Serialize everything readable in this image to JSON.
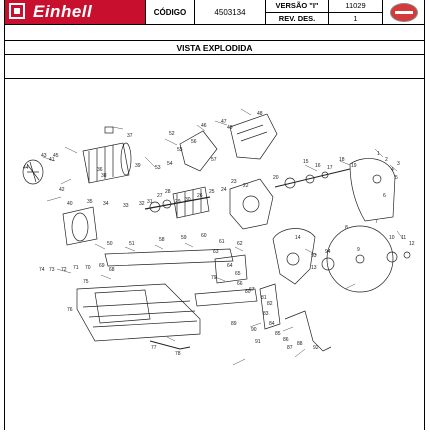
{
  "header": {
    "brand": "Einhell",
    "code_label": "CÓDIGO",
    "code_value": "4503134",
    "version_label": "VERSÃO \"I\"",
    "version_value": "11029",
    "rev_label": "REV. DES.",
    "rev_value": "1"
  },
  "title": "VISTA EXPLODIDA",
  "colors": {
    "brand_red": "#c8102e",
    "line": "#222222"
  },
  "part_labels": [
    "37",
    "41",
    "43",
    "44",
    "45",
    "46",
    "47",
    "48",
    "52",
    "53",
    "54",
    "55",
    "57",
    "56",
    "49",
    "15",
    "16",
    "17",
    "18",
    "19",
    "20",
    "22",
    "23",
    "24",
    "25",
    "26",
    "27",
    "28",
    "29",
    "30",
    "31",
    "32",
    "33",
    "34",
    "35",
    "36",
    "38",
    "40",
    "42",
    "50",
    "51",
    "58",
    "59",
    "60",
    "61",
    "62",
    "63",
    "64",
    "65",
    "66",
    "67",
    "68",
    "69",
    "70",
    "71",
    "72",
    "73",
    "74",
    "75",
    "76",
    "77",
    "78",
    "79",
    "80",
    "81",
    "82",
    "83",
    "84",
    "85",
    "86",
    "87",
    "88",
    "89",
    "90",
    "91",
    "92",
    "93",
    "94",
    "1",
    "2",
    "3",
    "4",
    "5",
    "6",
    "7",
    "8",
    "9",
    "10",
    "11",
    "12",
    "13",
    "14",
    "39"
  ]
}
